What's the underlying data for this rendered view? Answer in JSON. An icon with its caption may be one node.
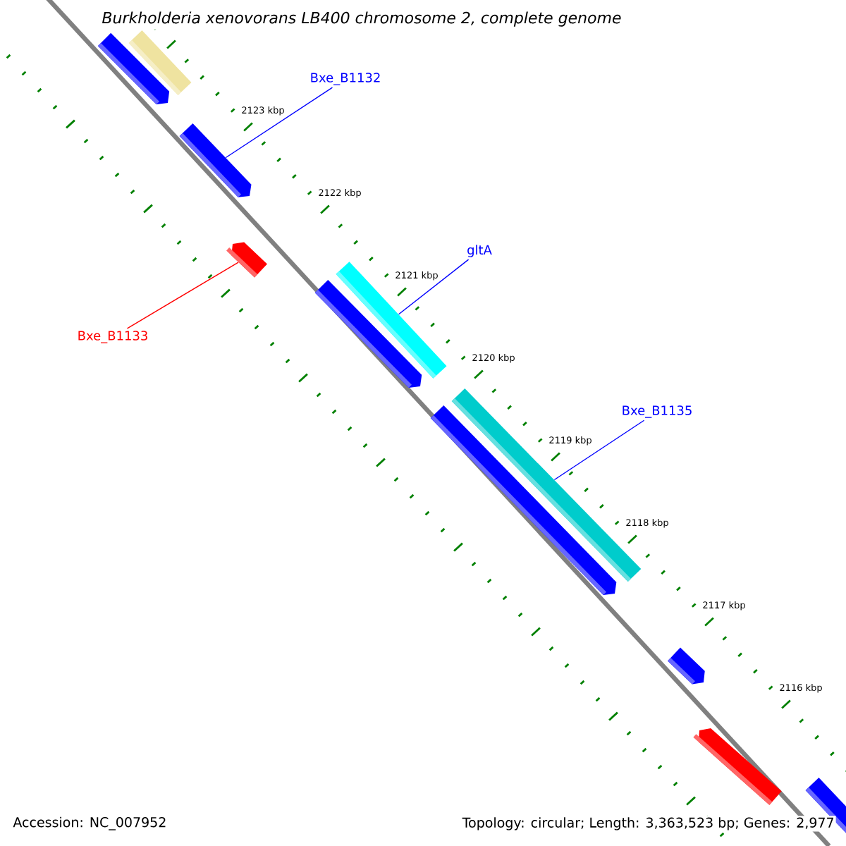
{
  "diagram": {
    "title": "Burkholderia xenovorans LB400 chromosome 2, complete genome",
    "nodes": [
      {
        "text": [
          "Bxe_B1132"
        ]
      },
      {
        "text": [
          "gltA"
        ]
      },
      {
        "text": [
          "Bxe_B1133"
        ]
      },
      {
        "text": [
          "Bxe_B1135"
        ]
      },
      {
        "text": [],
        "shape": "bar"
      },
      {
        "text": [],
        "shape": "bar"
      },
      {
        "text": [],
        "shape": "bar"
      },
      {
        "text": [],
        "shape": "bar"
      },
      {
        "text": [],
        "shape": "bar"
      },
      {
        "text": [],
        "shape": "bar"
      },
      {
        "text": [],
        "shape": "bar"
      },
      {
        "text": [],
        "shape": "bar"
      },
      {
        "text": [],
        "shape": "bar"
      },
      {
        "text": [],
        "shape": "bar"
      },
      {
        "text": [],
        "shape": "bar"
      }
    ],
    "edges": [
      {
        "from": 0,
        "to": 6,
        "arrow": "none"
      },
      {
        "from": 1,
        "to": 8,
        "arrow": "none"
      },
      {
        "from": 2,
        "to": 7,
        "arrow": "none",
        "color": "#ff0000"
      },
      {
        "from": 3,
        "to": 10,
        "arrow": "none"
      }
    ],
    "labels": [
      "2123 kbp",
      "2122 kbp",
      "2121 kbp",
      "2120 kbp",
      "2119 kbp",
      "2118 kbp",
      "2117 kbp",
      "2116 kbp",
      "Accession: NC_007952",
      "Topology: circular; Length: 3,363,523 bp; Genes: 2,977"
    ]
  }
}
